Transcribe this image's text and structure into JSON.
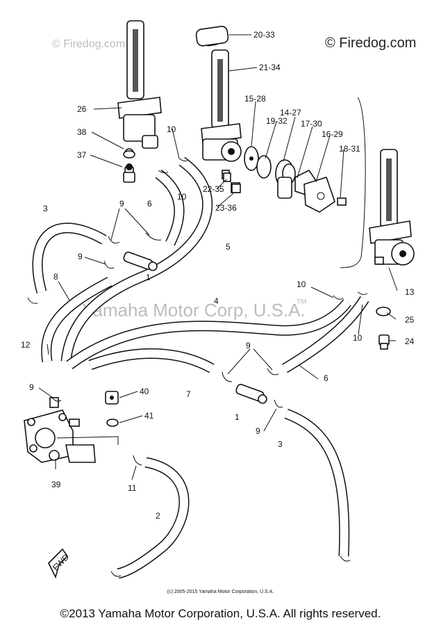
{
  "watermarks": {
    "top_left": "© Firedog.com",
    "top_right": "© Firedog.com",
    "center": "Yamaha Motor Corp, U.S.A.",
    "trademark": "TM"
  },
  "part_labels": {
    "p20_33": "20-33",
    "p21_34": "21-34",
    "p26": "26",
    "p38": "38",
    "p37": "37",
    "p10_a": "10",
    "p10_b": "10",
    "p10_c": "10",
    "p10_d": "10",
    "p15_28": "15-28",
    "p19_32": "19-32",
    "p14_27": "14-27",
    "p17_30": "17-30",
    "p16_29": "16-29",
    "p18_31": "18-31",
    "p22_35": "22-35",
    "p23_36": "23-36",
    "p3_a": "3",
    "p3_b": "3",
    "p9_a": "9",
    "p9_b": "9",
    "p9_c": "9",
    "p9_d": "9",
    "p9_e": "9",
    "p6_a": "6",
    "p6_b": "6",
    "p5": "5",
    "p1_a": "1",
    "p1_b": "1",
    "p8": "8",
    "p4": "4",
    "p12": "12",
    "p13": "13",
    "p25": "25",
    "p24": "24",
    "p7": "7",
    "p40": "40",
    "p41": "41",
    "p39": "39",
    "p11": "11",
    "p2": "2",
    "fwd": "FWD"
  },
  "credits": {
    "small": "(c) 2005-2015 Yamaha Motor Corporation, U.S.A.",
    "copyright": "©2013 Yamaha Motor Corporation, U.S.A. All rights reserved."
  }
}
